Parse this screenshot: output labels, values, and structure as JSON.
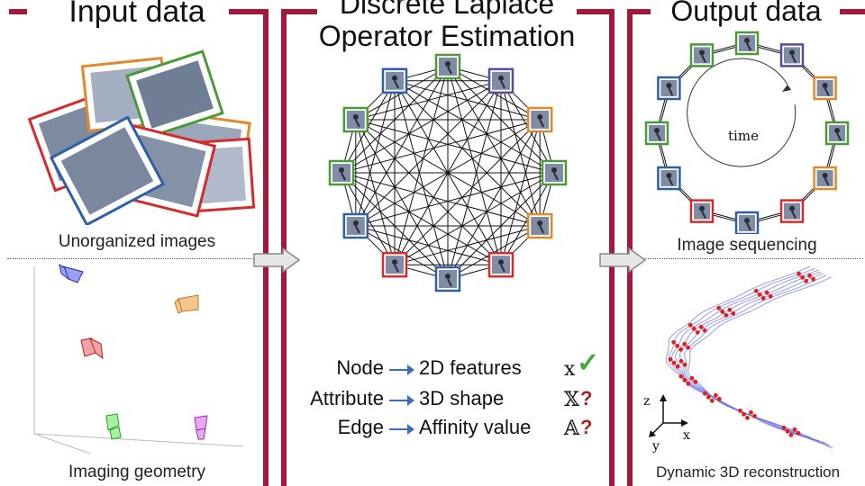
{
  "panels": {
    "input": {
      "title": "Input data",
      "caption_top": "Unorganized images",
      "caption_bottom": "Imaging geometry"
    },
    "middle": {
      "title_line1": "Discrete Laplace",
      "title_line2": "Operator Estimation"
    },
    "output": {
      "title": "Output data",
      "caption_top": "Image sequencing",
      "caption_bottom": "Dynamic 3D reconstruction",
      "cycle_label": "time"
    }
  },
  "legend": [
    {
      "term": "Node",
      "meaning": "2D features",
      "symbol": "x",
      "mark": "check"
    },
    {
      "term": "Attribute",
      "meaning": "3D shape",
      "symbol": "𝕏",
      "mark": "?"
    },
    {
      "term": "Edge",
      "meaning": "Affinity value",
      "symbol": "𝔸",
      "mark": "?"
    }
  ],
  "axes": {
    "z": "z",
    "y": "y",
    "x": "x"
  },
  "colors": {
    "bracket": "#9e1b3c",
    "arrow": "#3a6fb7",
    "red": "#d62b2b",
    "green": "#4a9a3a",
    "blue": "#2e5fa8",
    "orange": "#e08a2a",
    "purple": "#5a4c9a"
  },
  "icons": {
    "node": "skier-photo-thumbnail",
    "flow": "right-arrow-icon"
  }
}
